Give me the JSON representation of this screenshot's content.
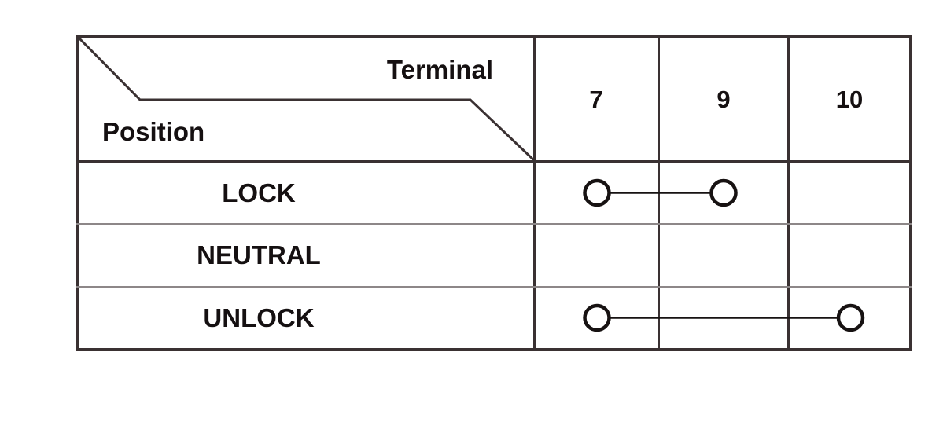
{
  "table": {
    "corner": {
      "top_label": "Terminal",
      "bottom_label": "Position"
    },
    "terminals": [
      "7",
      "9",
      "10"
    ],
    "rows": [
      {
        "position": "LOCK",
        "connection": [
          "7",
          "9"
        ]
      },
      {
        "position": "NEUTRAL",
        "connection": []
      },
      {
        "position": "UNLOCK",
        "connection": [
          "7",
          "10"
        ]
      }
    ],
    "colors": {
      "grid_line": "#3a3132",
      "light_divider": "#8d8788",
      "mark": "#171212",
      "text": "#151011",
      "background": "#ffffff"
    }
  }
}
